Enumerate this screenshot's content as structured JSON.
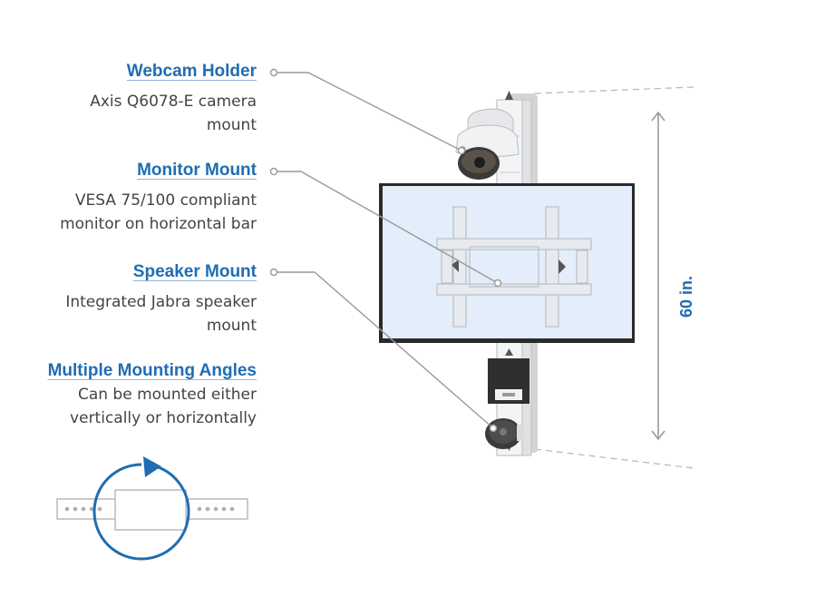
{
  "features": [
    {
      "title": "Webcam Holder",
      "desc_line1": "Axis Q6078-E camera",
      "desc_line2": "mount"
    },
    {
      "title": "Monitor Mount",
      "desc_line1": "VESA 75/100 compliant",
      "desc_line2": "monitor on horizontal bar"
    },
    {
      "title": "Speaker Mount",
      "desc_line1": "Integrated Jabra speaker",
      "desc_line2": "mount"
    },
    {
      "title": "Multiple Mounting Angles",
      "desc_line1": "Can be mounted either",
      "desc_line2": "vertically or horizontally"
    }
  ],
  "dimension": {
    "label": "60 in."
  },
  "colors": {
    "accent": "#1f6db3",
    "text": "#444444",
    "leader": "#9a9a9a"
  }
}
